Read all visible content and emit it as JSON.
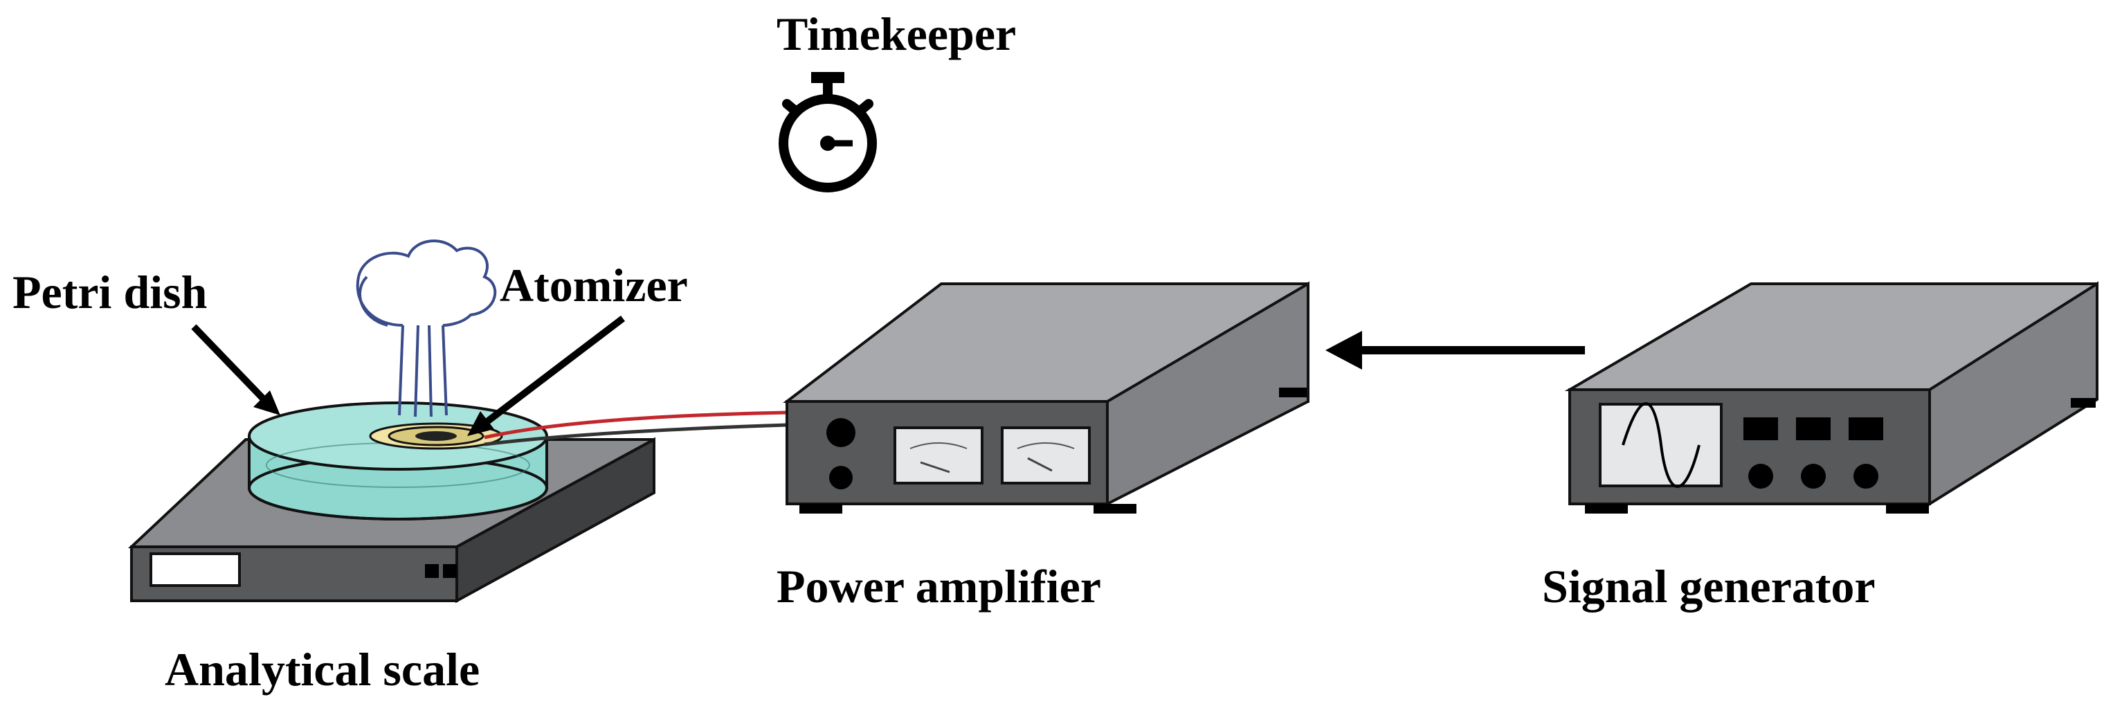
{
  "labels": {
    "timekeeper": "Timekeeper",
    "petri_dish": "Petri dish",
    "atomizer": "Atomizer",
    "power_amplifier": "Power amplifier",
    "signal_generator": "Signal generator",
    "analytical_scale": "Analytical scale"
  },
  "icons": {
    "timekeeper": "stopwatch-icon",
    "signal_display": "sine-wave-icon"
  },
  "colors": {
    "device_dark": "#58595b",
    "device_mid": "#808285",
    "device_light": "#a7a9ac",
    "water": "#8fd8cf",
    "wire_red": "#c1272d",
    "meter_face": "#e6e7e8"
  }
}
